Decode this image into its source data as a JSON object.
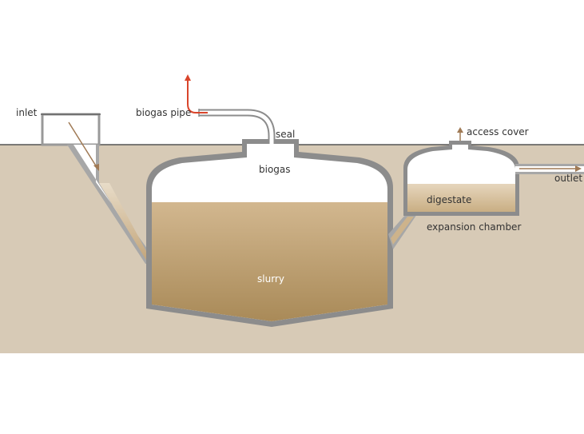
{
  "labels": {
    "inlet": "inlet",
    "biogas_pipe": "biogas pipe",
    "seal": "seal",
    "biogas": "biogas",
    "access_cover": "access cover",
    "outlet": "outlet",
    "digestate": "digestate",
    "expansion_chamber": "expansion chamber",
    "slurry": "slurry"
  },
  "colors": {
    "ground": "#d7cab6",
    "wall": "#8a8a8a",
    "slurry_top": "#d2b78f",
    "slurry_bottom": "#a98a58",
    "arrow_brown": "#a07a55",
    "gas_arrow_red": "#d9452b",
    "background": "#ffffff"
  }
}
